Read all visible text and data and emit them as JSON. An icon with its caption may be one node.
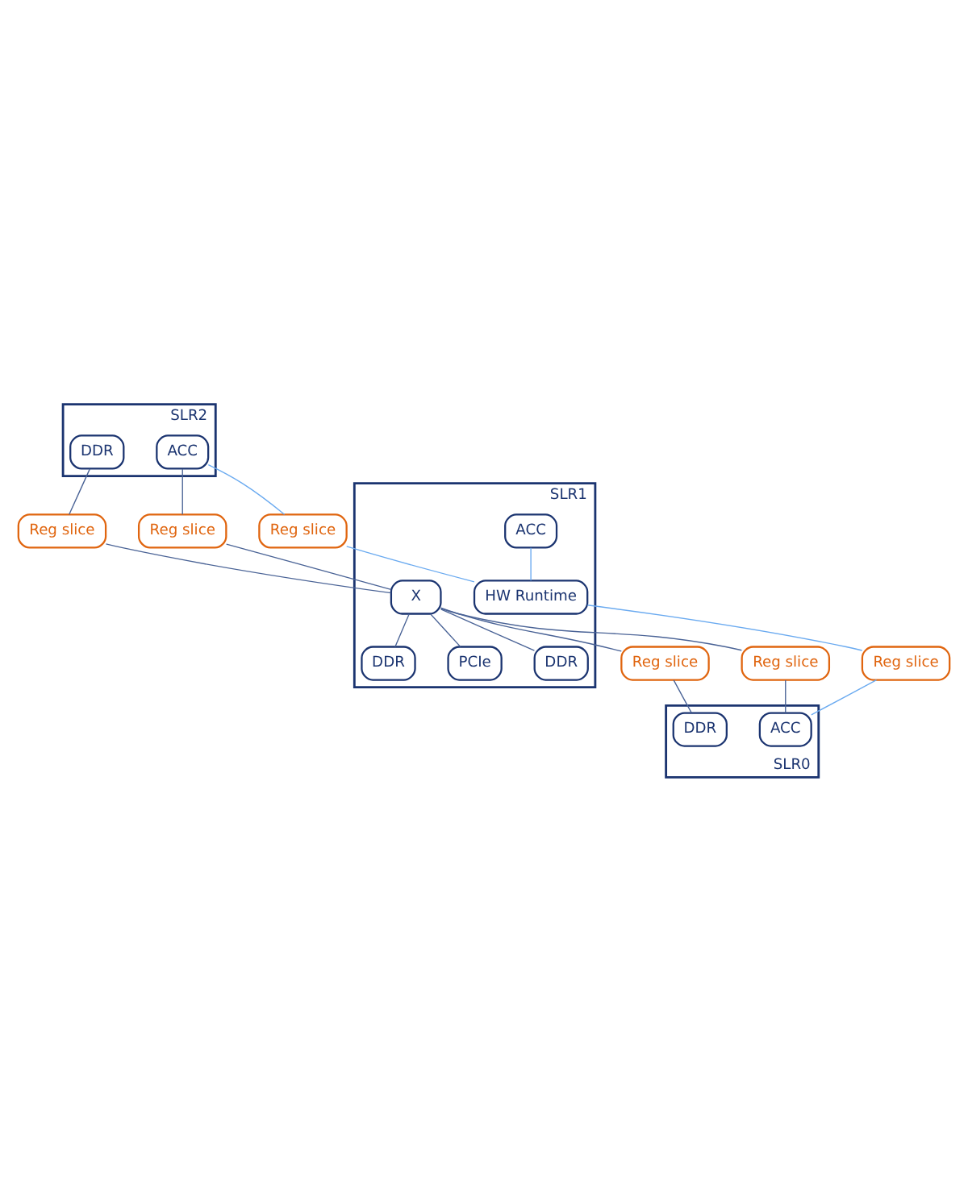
{
  "diagram": {
    "nodes": [
      {
        "text": [
          "SLR2"
        ]
      },
      {
        "text": [
          "ACC"
        ],
        "in": 0
      },
      {
        "text": [
          "DDR"
        ],
        "in": 0
      },
      {
        "text": [
          "Reg slice"
        ]
      },
      {
        "text": [
          "Reg slice"
        ]
      },
      {
        "text": [
          "Reg slice"
        ]
      },
      {
        "text": [
          "SLR1"
        ]
      },
      {
        "text": [
          "DDR"
        ],
        "in": 6
      },
      {
        "text": [
          "X"
        ],
        "in": 6
      },
      {
        "text": [
          "PCIe"
        ],
        "in": 6
      },
      {
        "text": [
          "ACC"
        ],
        "in": 6
      },
      {
        "text": [
          "DDR"
        ],
        "in": 6
      },
      {
        "text": [
          "HW Runtime"
        ],
        "in": 6
      },
      {
        "text": [
          "Reg slice"
        ]
      },
      {
        "text": [
          "Reg slice"
        ]
      },
      {
        "text": [
          "Reg slice"
        ]
      },
      {
        "text": [
          "SLR0"
        ]
      },
      {
        "text": [
          "ACC"
        ],
        "in": 16
      },
      {
        "text": [
          "DDR"
        ],
        "in": 16
      }
    ],
    "edges": [
      {
        "from": 1,
        "to": 3,
        "arrow": "none",
        "color": "#6aaaf0"
      },
      {
        "from": 3,
        "to": 12,
        "arrow": "none",
        "color": "#6aaaf0"
      },
      {
        "from": 1,
        "to": 4,
        "arrow": "none"
      },
      {
        "from": 4,
        "to": 8,
        "arrow": "none"
      },
      {
        "from": 2,
        "to": 5,
        "arrow": "none"
      },
      {
        "from": 5,
        "to": 8,
        "arrow": "none"
      },
      {
        "from": 8,
        "to": 7,
        "arrow": "none"
      },
      {
        "from": 8,
        "to": 9,
        "arrow": "none"
      },
      {
        "from": 8,
        "to": 11,
        "arrow": "none"
      },
      {
        "from": 10,
        "to": 12,
        "arrow": "none",
        "color": "#6aaaf0"
      },
      {
        "from": 12,
        "to": 13,
        "arrow": "none",
        "color": "#6aaaf0"
      },
      {
        "from": 13,
        "to": 17,
        "arrow": "none",
        "color": "#6aaaf0"
      },
      {
        "from": 8,
        "to": 14,
        "arrow": "none"
      },
      {
        "from": 14,
        "to": 17,
        "arrow": "none"
      },
      {
        "from": 8,
        "to": 15,
        "arrow": "none"
      },
      {
        "from": 15,
        "to": 18,
        "arrow": "none"
      }
    ]
  }
}
